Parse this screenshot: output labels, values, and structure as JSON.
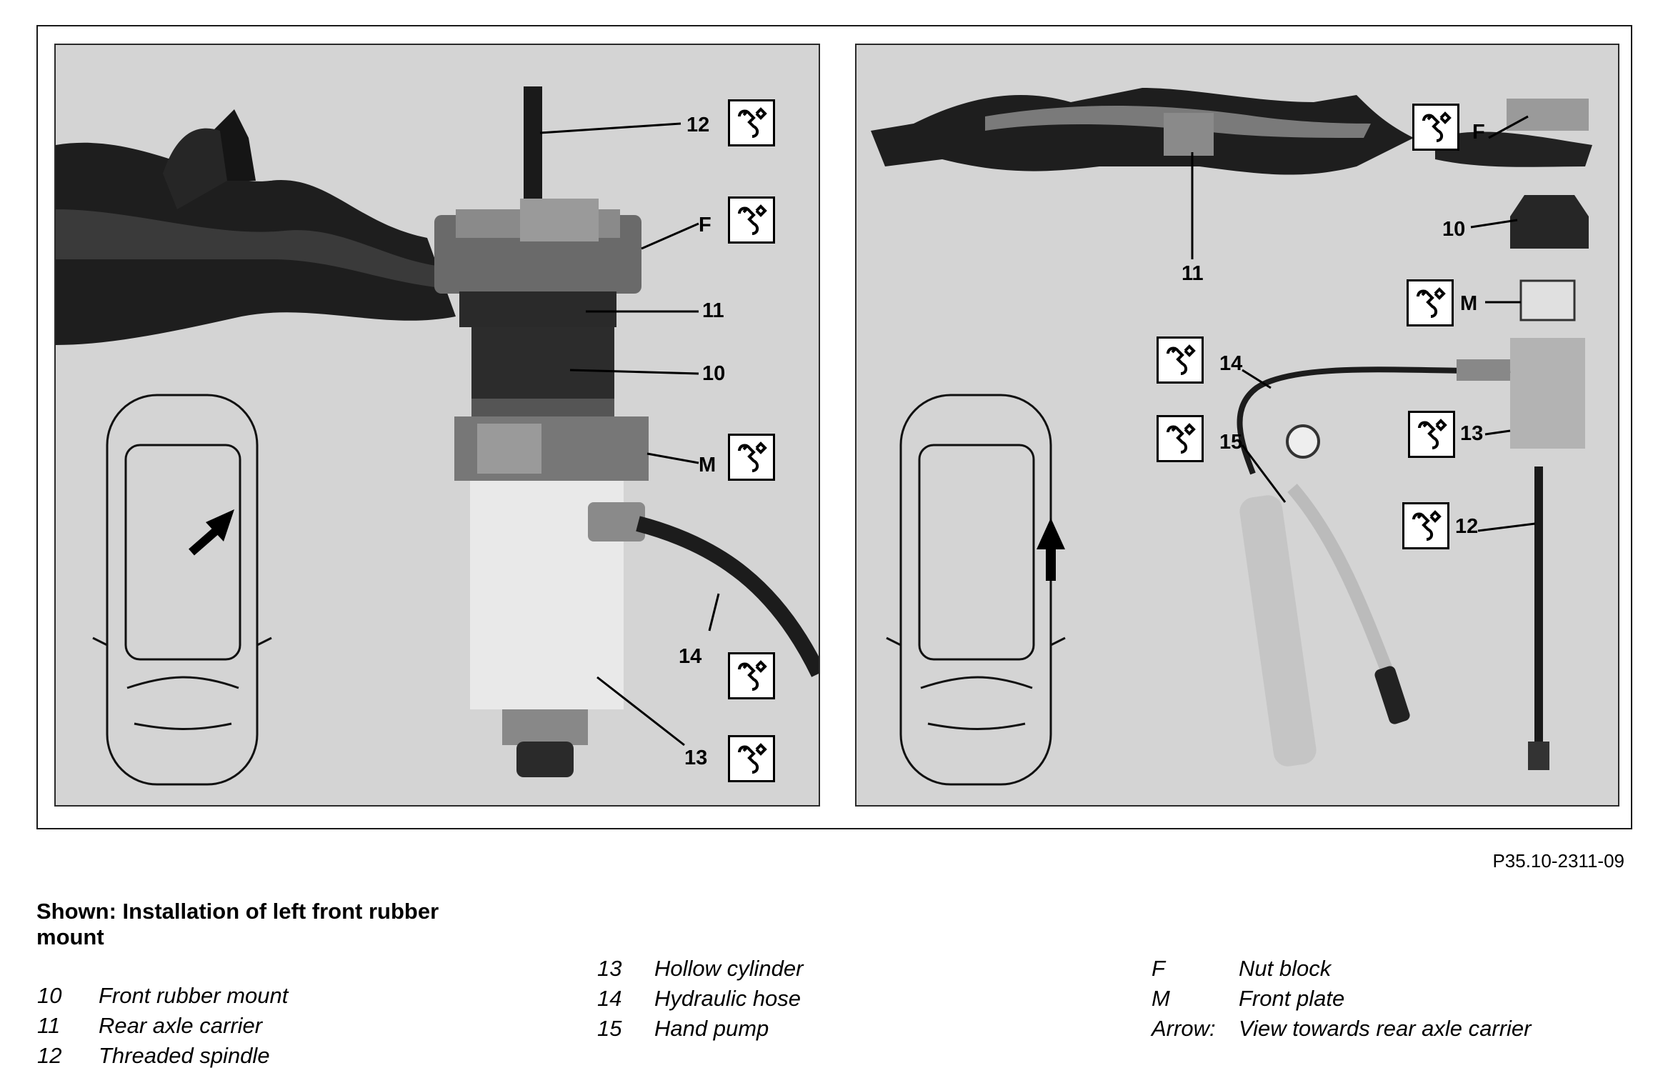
{
  "figure": {
    "reference_code": "P35.10-2311-09",
    "left_panel": {
      "callouts": [
        "12",
        "F",
        "11",
        "10",
        "M",
        "14",
        "13"
      ]
    },
    "right_panel": {
      "callouts": [
        "F",
        "11",
        "10",
        "M",
        "14",
        "15",
        "13",
        "12"
      ]
    }
  },
  "caption": {
    "text": "Shown: Installation of left front rubber mount"
  },
  "legend": [
    {
      "key": "10",
      "text": "Front rubber mount"
    },
    {
      "key": "11",
      "text": "Rear axle carrier"
    },
    {
      "key": "12",
      "text": "Threaded spindle"
    },
    {
      "key": "13",
      "text": "Hollow cylinder"
    },
    {
      "key": "14",
      "text": "Hydraulic hose"
    },
    {
      "key": "15",
      "text": "Hand pump"
    },
    {
      "key": "F",
      "text": "Nut block"
    },
    {
      "key": "M",
      "text": "Front plate"
    },
    {
      "key": "Arrow:",
      "text": "View towards rear axle carrier"
    }
  ],
  "icons": {
    "tool": "special-tool-wrench-icon",
    "view_arrow": "view-direction-arrow-icon",
    "car": "vehicle-top-view-icon"
  },
  "colors": {
    "panel_background": "#d4d4d4",
    "metal_dark": "#1e1e1e",
    "metal_mid": "#6a6a6a",
    "cylinder": "#e9e9e9"
  }
}
